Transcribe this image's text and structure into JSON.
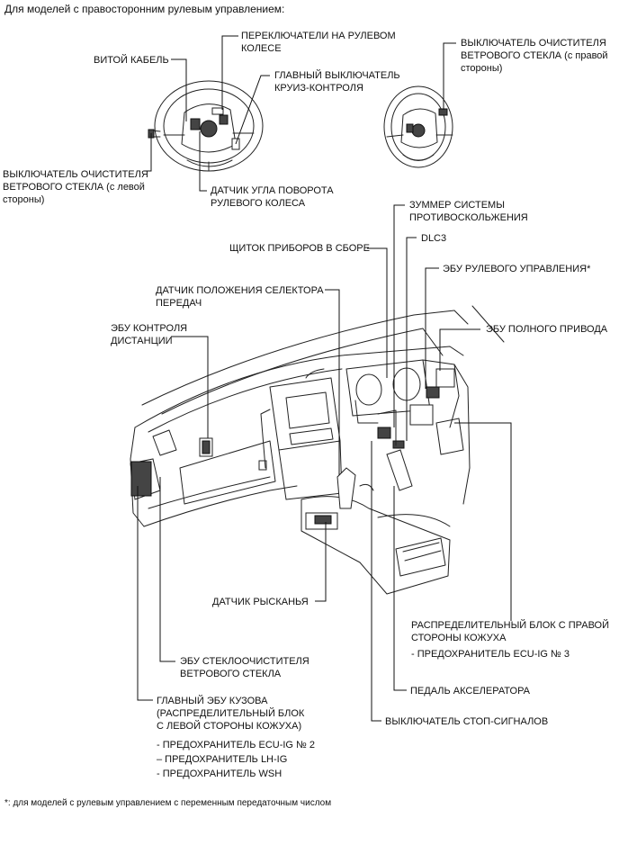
{
  "header": "Для моделей с правосторонним рулевым управлением:",
  "labels": {
    "spiral_cable": "ВИТОЙ КАБЕЛЬ",
    "steering_switches": "ПЕРЕКЛЮЧАТЕЛИ НА РУЛЕВОМ\nКОЛЕСЕ",
    "cruise_main_switch": "ГЛАВНЫЙ ВЫКЛЮЧАТЕЛЬ\nКРУИЗ-КОНТРОЛЯ",
    "wiper_switch_right": "ВЫКЛЮЧАТЕЛЬ ОЧИСТИТЕЛЯ\nВЕТРОВОГО СТЕКЛА (с правой\nстороны)",
    "wiper_switch_left": "ВЫКЛЮЧАТЕЛЬ ОЧИСТИТЕЛЯ\nВЕТРОВОГО СТЕКЛА (с левой\nстороны)",
    "steering_angle_sensor": "ДАТЧИК УГЛА ПОВОРОТА\nРУЛЕВОГО КОЛЕСА",
    "skid_buzzer": "ЗУММЕР СИСТЕМЫ\nПРОТИВОСКОЛЬЖЕНИЯ",
    "combination_meter": "ЩИТОК ПРИБОРОВ В СБОРЕ",
    "dlc3": "DLC3",
    "steering_ecu": "ЭБУ РУЛЕВОГО УПРАВЛЕНИЯ*",
    "shift_position_sensor": "ДАТЧИК ПОЛОЖЕНИЯ СЕЛЕКТОРА\nПЕРЕДАЧ",
    "distance_control_ecu": "ЭБУ КОНТРОЛЯ\nДИСТАНЦИИ",
    "awd_ecu": "ЭБУ ПОЛНОГО ПРИВОДА",
    "yaw_sensor": "ДАТЧИК РЫСКАНЬЯ",
    "right_junction_block": "РАСПРЕДЕЛИТЕЛЬНЫЙ БЛОК С ПРАВОЙ\nСТОРОНЫ КОЖУХА",
    "fuse_ecu_ig3": "- ПРЕДОХРАНИТЕЛЬ ECU-IG № 3",
    "wiper_ecu": "ЭБУ СТЕКЛООЧИСТИТЕЛЯ\nВЕТРОВОГО СТЕКЛА",
    "accelerator_pedal": "ПЕДАЛЬ АКСЕЛЕРАТОРА",
    "main_body_ecu": "ГЛАВНЫЙ ЭБУ КУЗОВА\n(РАСПРЕДЕЛИТЕЛЬНЫЙ БЛОК\nС ЛЕВОЙ СТОРОНЫ КОЖУХА)",
    "stop_light_switch": "ВЫКЛЮЧАТЕЛЬ СТОП-СИГНАЛОВ",
    "fuse_ecu_ig2": "- ПРЕДОХРАНИТЕЛЬ ECU-IG № 2",
    "fuse_lh_ig": "– ПРЕДОХРАНИТЕЛЬ LH-IG",
    "fuse_wsh": "- ПРЕДОХРАНИТЕЛЬ WSH"
  },
  "footnote": "*: для моделей с рулевым управлением с переменным передаточным числом"
}
